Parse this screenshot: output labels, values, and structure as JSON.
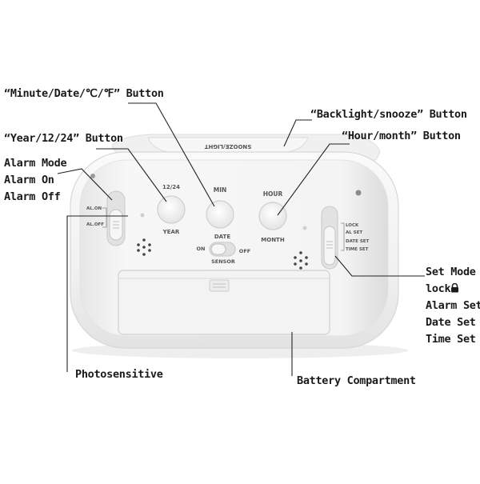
{
  "callouts": {
    "minute_date": "“Minute/Date/℃/℉” Button",
    "backlight": "“Backlight/snooze” Button",
    "year_1224": "“Year/12/24” Button",
    "hour_month": "“Hour/month” Button",
    "alarm_mode": [
      "Alarm Mode",
      "Alarm On",
      "Alarm Off"
    ],
    "set_mode": [
      "Set Mode",
      "lock",
      "Alarm Set",
      "Date Set",
      "Time Set"
    ],
    "photosensitive": "Photosensitive",
    "battery": "Battery Compartment"
  },
  "device_labels": {
    "top_edge": "SNOOZE/LIGHT",
    "btn_1224": "12/24",
    "btn_year": "YEAR",
    "btn_min": "MIN",
    "btn_date": "DATE",
    "btn_hour": "HOUR",
    "btn_month": "MONTH",
    "sw_on": "ON",
    "sw_off": "OFF",
    "sw_sensor": "SENSOR",
    "al_on": "AL.ON",
    "al_off": "AL.OFF",
    "mode_lock": "LOCK",
    "mode_alset": "AL SET",
    "mode_dateset": "DATE SET",
    "mode_timeset": "TIME SET"
  },
  "icons": {
    "lock": "lock-icon",
    "speaker": "speaker-grille-icon"
  },
  "colors": {
    "device_body": "#f3f3f3",
    "device_shadow": "#d9d9d9",
    "text": "#1a1a1a",
    "leader_line": "#222222"
  }
}
